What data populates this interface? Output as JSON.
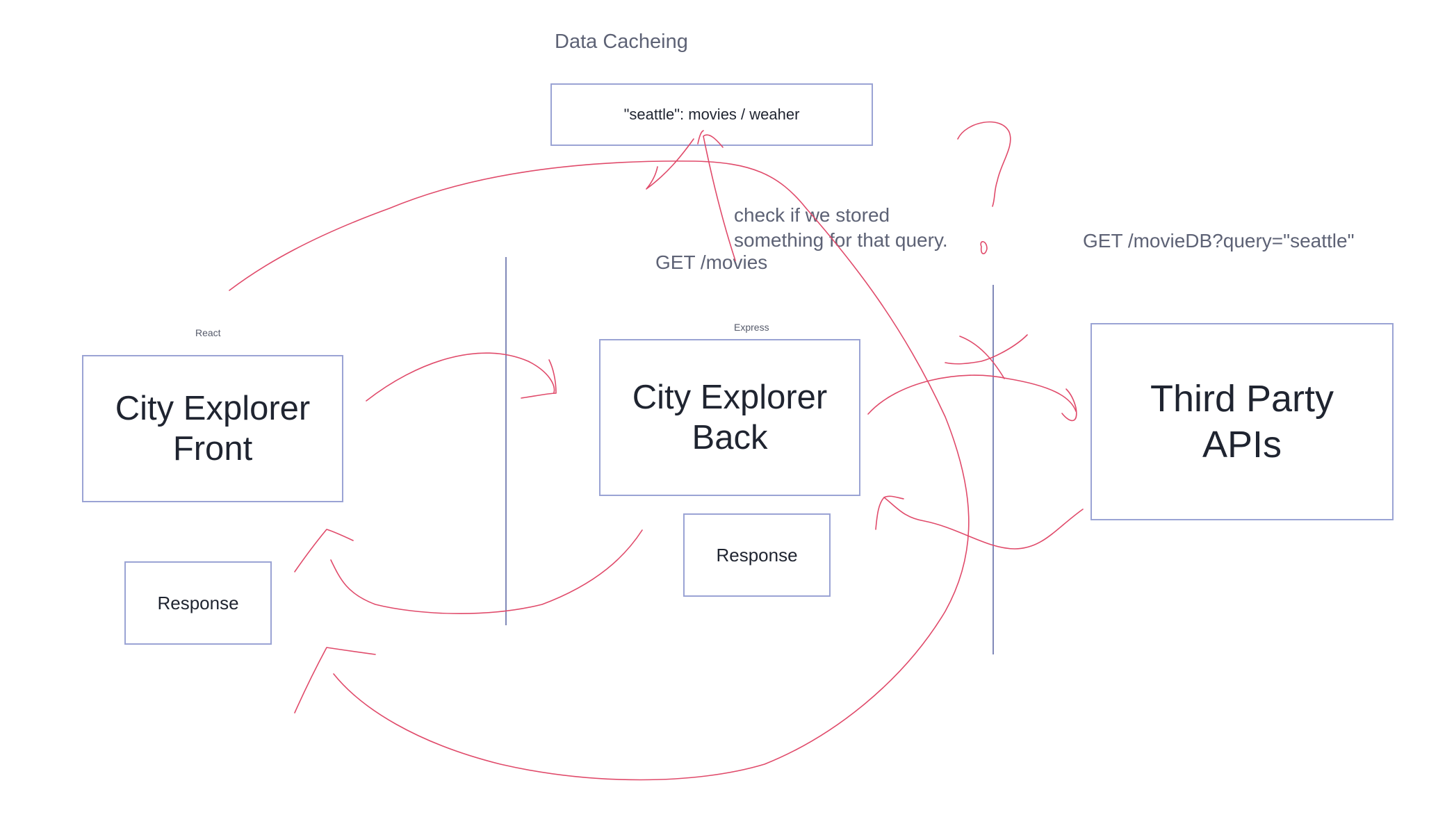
{
  "diagram": {
    "title": "Data Cacheing",
    "cache_box": {
      "text": "\"seattle\": movies / weaher"
    },
    "frontend": {
      "tag": "React",
      "text": "City Explorer\nFront"
    },
    "backend": {
      "tag": "Express",
      "text": "City Explorer\nBack"
    },
    "third_party": {
      "text": "Third Party\nAPIs"
    },
    "response_left": {
      "text": "Response"
    },
    "response_mid": {
      "text": "Response"
    },
    "notes": {
      "check_cache": "check if we stored\nsomething for that query.",
      "get_movies": "GET /movies",
      "get_moviedb": "GET /movieDB?query=\"seattle\""
    },
    "colors": {
      "box_border": "#9aa3d4",
      "divider": "#8088b8",
      "ink": "#e04a6a",
      "text": "#5d6275"
    }
  }
}
